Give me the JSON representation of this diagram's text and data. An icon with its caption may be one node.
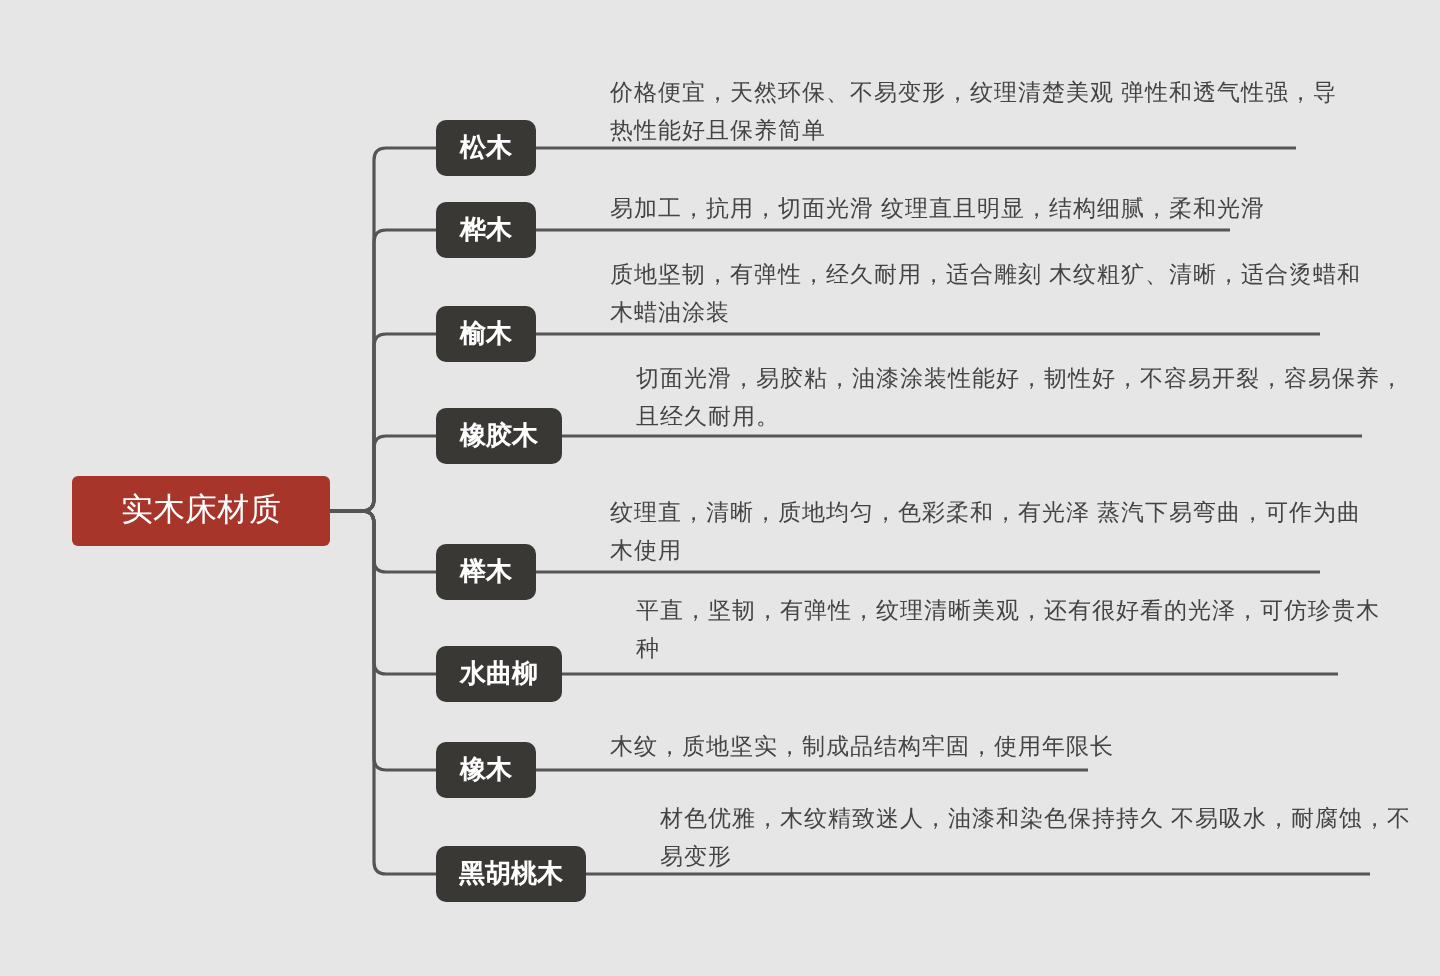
{
  "diagram": {
    "nodes": [
      {
        "text": [
          "实木床材质"
        ]
      },
      {
        "text": [
          "松木"
        ],
        "beside": [
          "价格便宜，天然环保、不易变形，纹理清楚美观 弹性和透气性强，导热性能好且保养简单"
        ]
      },
      {
        "text": [
          "桦木"
        ],
        "beside": [
          "易加工，抗用，切面光滑 纹理直且明显，结构细腻，柔和光滑"
        ]
      },
      {
        "text": [
          "榆木"
        ],
        "beside": [
          "质地坚韧，有弹性，经久耐用，适合雕刻 木纹粗犷、清晰，适合烫蜡和木蜡油涂装"
        ]
      },
      {
        "text": [
          "橡胶木"
        ],
        "beside": [
          "切面光滑，易胶粘，油漆涂装性能好，韧性好，不容易开裂，容易保养，且经久耐用。"
        ]
      },
      {
        "text": [
          "榉木"
        ],
        "beside": [
          "纹理直，清晰，质地均匀，色彩柔和，有光泽 蒸汽下易弯曲，可作为曲木使用"
        ]
      },
      {
        "text": [
          "水曲柳"
        ],
        "beside": [
          "平直，坚韧，有弹性，纹理清晰美观，还有很好看的光泽，可仿珍贵木种"
        ]
      },
      {
        "text": [
          "橡木"
        ],
        "beside": [
          "木纹，质地坚实，制成品结构牢固，使用年限长"
        ]
      },
      {
        "text": [
          "黑胡桃木"
        ],
        "beside": [
          "材色优雅，木纹精致迷人，油漆和染色保持持久 不易吸水，耐腐蚀，不易变形"
        ]
      }
    ],
    "edges": [
      {
        "from": 0,
        "to": 1,
        "arrow": "none"
      },
      {
        "from": 0,
        "to": 2,
        "arrow": "none"
      },
      {
        "from": 0,
        "to": 3,
        "arrow": "none"
      },
      {
        "from": 0,
        "to": 4,
        "arrow": "none"
      },
      {
        "from": 0,
        "to": 5,
        "arrow": "none"
      },
      {
        "from": 0,
        "to": 6,
        "arrow": "none"
      },
      {
        "from": 0,
        "to": 7,
        "arrow": "none"
      },
      {
        "from": 0,
        "to": 8,
        "arrow": "none"
      }
    ]
  }
}
